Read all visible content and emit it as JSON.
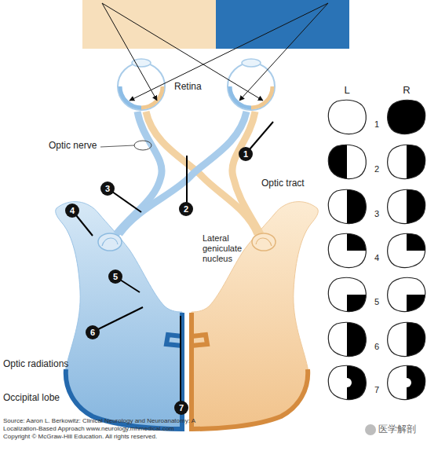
{
  "diagram": {
    "nodes": [
      {
        "text": [
          "1"
        ]
      },
      {
        "text": [
          "2"
        ]
      },
      {
        "text": [
          "3"
        ]
      },
      {
        "text": [
          "4"
        ]
      },
      {
        "text": [
          "5"
        ]
      },
      {
        "text": [
          "6"
        ]
      },
      {
        "text": [
          "7"
        ]
      }
    ],
    "labels": [
      "Retina",
      "Optic nerve",
      "Optic tract",
      "Lateral geniculate nucleus",
      "Optic radiations",
      "Occipital lobe",
      "L",
      "R",
      "1",
      "2",
      "3",
      "4",
      "5",
      "6",
      "7",
      "Source: Aaron L. Berkowitz: Clinical Neurology and Neuroanatomy: A Localization-Based Approach www.neurology.mhmedical.com Copyright © McGraw-Hill Education. All rights reserved.",
      "医学解剖"
    ]
  }
}
